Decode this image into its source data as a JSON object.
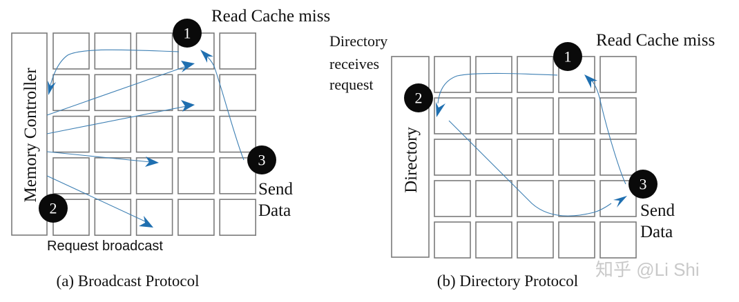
{
  "figure": {
    "panels": [
      {
        "id": "broadcast",
        "caption": "(a) Broadcast Protocol",
        "controller_label": "Memory Controller",
        "grid": {
          "rows": 5,
          "cols": 5
        },
        "annotations": {
          "step1": "Read Cache miss",
          "step2": "Request broadcast",
          "step3_line1": "Send",
          "step3_line2": "Data"
        },
        "badges": [
          "1",
          "2",
          "3"
        ],
        "arrows": [
          {
            "from": "step-1-tile",
            "to": "memory-controller",
            "meaning": "cache miss sent to controller"
          },
          {
            "from": "memory-controller",
            "to": "tile r1c4",
            "meaning": "broadcast"
          },
          {
            "from": "memory-controller",
            "to": "tile r2c4",
            "meaning": "broadcast"
          },
          {
            "from": "memory-controller",
            "to": "tile r4c3",
            "meaning": "broadcast"
          },
          {
            "from": "memory-controller",
            "to": "tile r5c3",
            "meaning": "broadcast"
          },
          {
            "from": "step-3-tile",
            "to": "step-1-tile",
            "meaning": "send data"
          }
        ]
      },
      {
        "id": "directory",
        "caption": "(b) Directory Protocol",
        "controller_label": "Directory",
        "grid": {
          "rows": 5,
          "cols": 5
        },
        "annotations": {
          "step1": "Read Cache miss",
          "step2_line1": "Directory",
          "step2_line2": "receives",
          "step2_line3": "request",
          "step3_line1": "Send",
          "step3_line2": "Data"
        },
        "badges": [
          "1",
          "2",
          "3"
        ],
        "arrows": [
          {
            "from": "step-1-tile",
            "to": "directory",
            "meaning": "cache miss sent to directory"
          },
          {
            "from": "directory",
            "to": "step-3-tile",
            "meaning": "forward request to owner"
          },
          {
            "from": "step-3-tile",
            "to": "step-1-tile",
            "meaning": "send data"
          }
        ]
      }
    ],
    "watermark": "知乎 @Li Shi",
    "colors": {
      "arrow": "#3d7fb3",
      "arrowhead": "#1f6fb0",
      "badge": "#0a0a0a",
      "tile_border": "#7a7a7a"
    }
  }
}
